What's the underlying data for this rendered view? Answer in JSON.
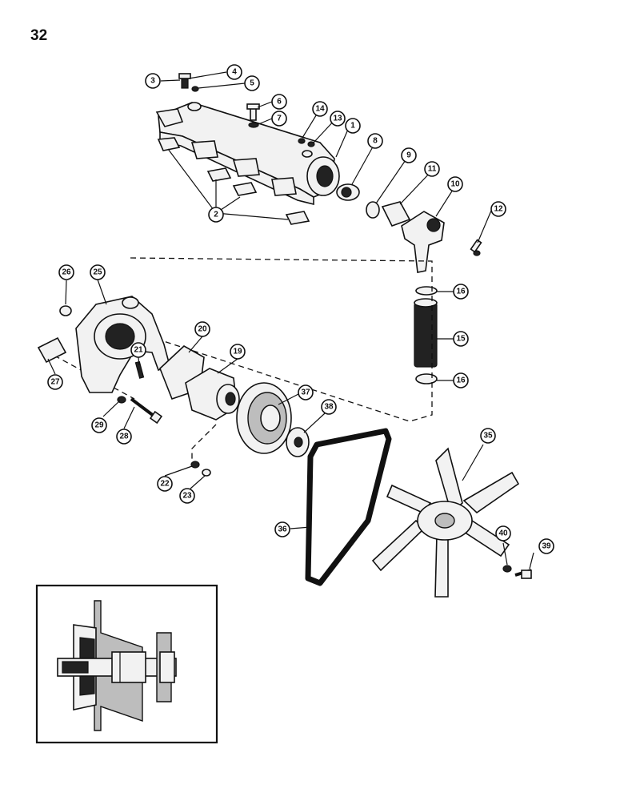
{
  "page": {
    "number": "32"
  },
  "callouts": {
    "c1": "1",
    "c2": "2",
    "c3": "3",
    "c4": "4",
    "c5": "5",
    "c6": "6",
    "c7": "7",
    "c8": "8",
    "c9": "9",
    "c10": "10",
    "c11": "11",
    "c12": "12",
    "c13": "13",
    "c14": "14",
    "c15": "15",
    "c16a": "16",
    "c16b": "16",
    "c19": "19",
    "c20": "20",
    "c21": "21",
    "c22": "22",
    "c23": "23",
    "c25": "25",
    "c26": "26",
    "c27": "27",
    "c28": "28",
    "c29": "29",
    "c35": "35",
    "c36": "36",
    "c37": "37",
    "c38": "38",
    "c39": "39",
    "c40": "40"
  }
}
